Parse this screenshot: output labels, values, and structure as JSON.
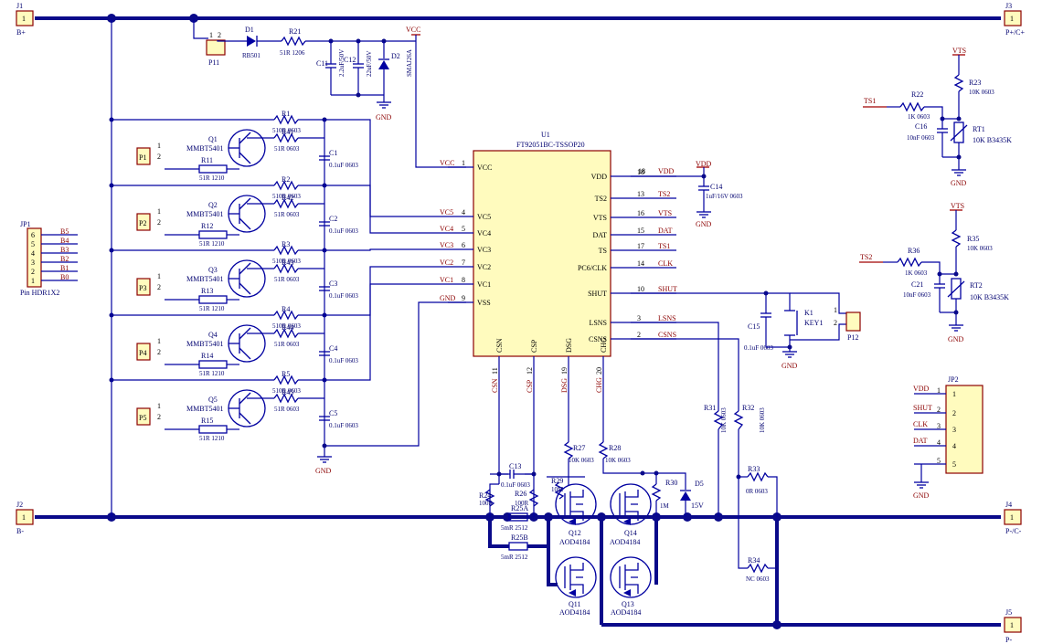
{
  "connectors": {
    "j1": {
      "ref": "J1",
      "pin": "1",
      "net": "B+"
    },
    "j2": {
      "ref": "J2",
      "pin": "1",
      "net": "B-"
    },
    "j3": {
      "ref": "J3",
      "pin": "1",
      "net": "P+/C+"
    },
    "j4": {
      "ref": "J4",
      "pin": "1",
      "net": "P-/C-"
    },
    "j5": {
      "ref": "J5",
      "pin": "1",
      "net": "P-"
    }
  },
  "jp1": {
    "ref": "JP1",
    "name": "Pin HDR1X2",
    "pins": [
      "6",
      "5",
      "4",
      "3",
      "2",
      "1"
    ],
    "nets": [
      "B5",
      "B4",
      "B3",
      "B2",
      "B1",
      "B0"
    ]
  },
  "jp2": {
    "ref": "JP2",
    "pins": [
      "1",
      "2",
      "3",
      "4",
      "5"
    ],
    "nets": [
      "VDD",
      "SHUT",
      "CLK",
      "DAT",
      ""
    ]
  },
  "ic": {
    "ref": "U1",
    "name": "FT92051BC-TSSOP20",
    "left_pins": [
      {
        "num": "1",
        "name": "VCC"
      },
      {
        "num": "4",
        "name": "VC5"
      },
      {
        "num": "5",
        "name": "VC4"
      },
      {
        "num": "6",
        "name": "VC3"
      },
      {
        "num": "7",
        "name": "VC2"
      },
      {
        "num": "8",
        "name": "VC1"
      },
      {
        "num": "9",
        "name": "VSS"
      }
    ],
    "right_pins": [
      {
        "num": "18",
        "name": "VDD",
        "net": "VDD"
      },
      {
        "num": "13",
        "name": "TS2",
        "net": "TS2"
      },
      {
        "num": "16",
        "name": "VTS",
        "net": "VTS"
      },
      {
        "num": "15",
        "name": "DAT",
        "net": "DAT"
      },
      {
        "num": "17",
        "name": "TS",
        "net": "TS1"
      },
      {
        "num": "14",
        "name": "PC6/CLK",
        "net": "CLK"
      },
      {
        "num": "10",
        "name": "SHUT",
        "net": "SHUT"
      },
      {
        "num": "3",
        "name": "LSNS",
        "net": "LSNS"
      },
      {
        "num": "2",
        "name": "CSNS",
        "net": "CSNS"
      }
    ],
    "bottom_pins": [
      {
        "num": "11",
        "name": "CSN"
      },
      {
        "num": "12",
        "name": "CSP"
      },
      {
        "num": "19",
        "name": "DSG"
      },
      {
        "num": "20",
        "name": "CHG"
      }
    ],
    "left_nets": [
      "VCC",
      "VC5",
      "VC4",
      "VC3",
      "VC2",
      "VC1",
      "GND"
    ]
  },
  "balance": [
    {
      "q": "Q1",
      "qv": "MMBT5401",
      "r_top": "R1",
      "r_top_v": "510R 0603",
      "r_mid": "R41",
      "r_mid_v": "51R 0603",
      "c": "C1",
      "cv": "0.1uF 0603",
      "rb": "R11",
      "rbv": "51R 1210",
      "p": "P1"
    },
    {
      "q": "Q2",
      "qv": "MMBT5401",
      "r_top": "R2",
      "r_top_v": "510R 0603",
      "r_mid": "R42",
      "r_mid_v": "51R 0603",
      "c": "C2",
      "cv": "0.1uF 0603",
      "rb": "R12",
      "rbv": "51R 1210",
      "p": "P2"
    },
    {
      "q": "Q3",
      "qv": "MMBT5401",
      "r_top": "R3",
      "r_top_v": "510R 0603",
      "r_mid": "R43",
      "r_mid_v": "51R 0603",
      "c": "C3",
      "cv": "0.1uF 0603",
      "rb": "R13",
      "rbv": "51R 1210",
      "p": "P3"
    },
    {
      "q": "Q4",
      "qv": "MMBT5401",
      "r_top": "R4",
      "r_top_v": "510R 0603",
      "r_mid": "R44",
      "r_mid_v": "51R 0603",
      "c": "C4",
      "cv": "0.1uF 0603",
      "rb": "R14",
      "rbv": "51R 1210",
      "p": "P4"
    },
    {
      "q": "Q5",
      "qv": "MMBT5401",
      "r_top": "R5",
      "r_top_v": "510R 0603",
      "r_mid": "R45",
      "r_mid_v": "51R 0603",
      "c": "C5",
      "cv": "0.1uF 0603",
      "rb": "R15",
      "rbv": "51R 1210",
      "p": "P5"
    }
  ],
  "power": {
    "p11": "P11",
    "d1": "D1",
    "d1v": "RB501",
    "r21": "R21",
    "r21v": "51R 1206",
    "c11": "C11",
    "c11v": "2.2uF/50V",
    "c12": "C12",
    "c12v": "22uF/50V",
    "d2": "D2",
    "d2v": "SMAJ26A",
    "vcc": "VCC",
    "gnd": "GND"
  },
  "vdd_cap": {
    "net": "VDD",
    "ref": "C14",
    "val": "1uF/16V 0603",
    "gnd": "GND"
  },
  "ntc1": {
    "vts": "VTS",
    "r23": "R23",
    "r23v": "10K 0603",
    "ts": "TS1",
    "r22": "R22",
    "r22v": "1K 0603",
    "c16": "C16",
    "c16v": "10nF 0603",
    "rt": "RT1",
    "rtv": "10K B3435K",
    "gnd": "GND"
  },
  "ntc2": {
    "vts": "VTS",
    "r35": "R35",
    "r35v": "10K 0603",
    "ts": "TS2",
    "r36": "R36",
    "r36v": "1K 0603",
    "c21": "C21",
    "c21v": "10nF 0603",
    "rt": "RT2",
    "rtv": "10K B3435K",
    "gnd": "GND"
  },
  "key": {
    "ref": "K1",
    "val": "KEY1",
    "c15": "C15",
    "c15v": "0.1uF 0603",
    "p12": "P12",
    "pin1": "1",
    "pin2": "2",
    "gnd": "GND"
  },
  "sense": {
    "r31": "R31",
    "r31v": "10K 0603",
    "r32": "R32",
    "r32v": "10K 0603",
    "r33": "R33",
    "r33v": "0R 0603",
    "r34": "R34",
    "r34v": "NC 0603",
    "r24": "R24",
    "r24v": "100R",
    "r26": "R26",
    "r26v": "100R",
    "c13": "C13",
    "c13v": "0.1uF 0603",
    "r25a": "R25A",
    "r25av": "5mR 2512",
    "r25b": "R25B",
    "r25bv": "5mR 2512",
    "r27": "R27",
    "r27v": "10K 0603",
    "r28": "R28",
    "r28v": "10K 0603",
    "r29": "R29",
    "r29v": "10M",
    "r30": "R30",
    "r30v": "1M",
    "d5": "D5",
    "d5v": "15V",
    "q11": "Q11",
    "q12": "Q12",
    "q13": "Q13",
    "q14": "Q14",
    "mosv": "AOD4184",
    "gnd": "GND",
    "csn": "CSN",
    "csp": "CSP",
    "dsg": "DSG",
    "chg": "CHG"
  }
}
